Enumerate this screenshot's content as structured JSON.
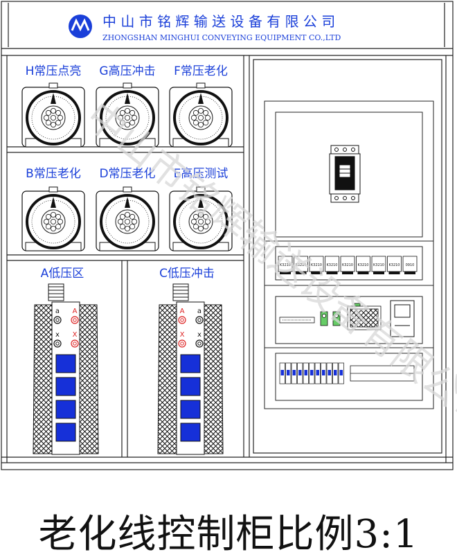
{
  "header": {
    "company_cn": "中 山 市 铭 辉 输 送 设 备 有 限 公 司",
    "company_en": "ZHONGSHAN   MINGHUI   CONVEYING   EQUIPMENT  CO.,LTD"
  },
  "meters": [
    {
      "label": "H常压点亮"
    },
    {
      "label": "G高压冲击"
    },
    {
      "label": "F常压老化"
    },
    {
      "label": "B常压老化"
    },
    {
      "label": "D常压老化"
    },
    {
      "label": "E高压测试"
    }
  ],
  "regulators": [
    {
      "label": "A低压区",
      "terminals": [
        "a",
        "A",
        "x",
        "X"
      ]
    },
    {
      "label": "C低压冲击",
      "terminals": [
        "A",
        "a",
        "X",
        "x"
      ]
    }
  ],
  "relays": [
    "K3210",
    "K3210",
    "K3210",
    "K3210",
    "K3210",
    "K3210",
    "K3210",
    "K3210",
    "0910"
  ],
  "watermark": "中山市铭辉输送设备有限公司",
  "caption": "老化线控制柜比例3:1"
}
